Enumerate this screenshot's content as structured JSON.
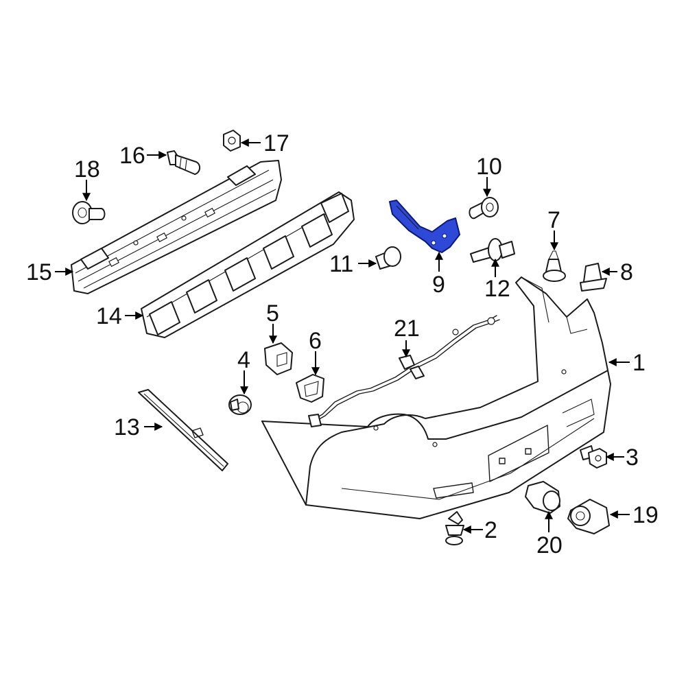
{
  "colors": {
    "line": "#1a1a1a",
    "highlight": "#2e48d8",
    "background": "#ffffff"
  },
  "callouts": {
    "c1": "1",
    "c2": "2",
    "c3": "3",
    "c4": "4",
    "c5": "5",
    "c6": "6",
    "c7": "7",
    "c8": "8",
    "c9": "9",
    "c10": "10",
    "c11": "11",
    "c12": "12",
    "c13": "13",
    "c14": "14",
    "c15": "15",
    "c16": "16",
    "c17": "17",
    "c18": "18",
    "c19": "19",
    "c20": "20",
    "c21": "21"
  },
  "highlighted_part": "9"
}
